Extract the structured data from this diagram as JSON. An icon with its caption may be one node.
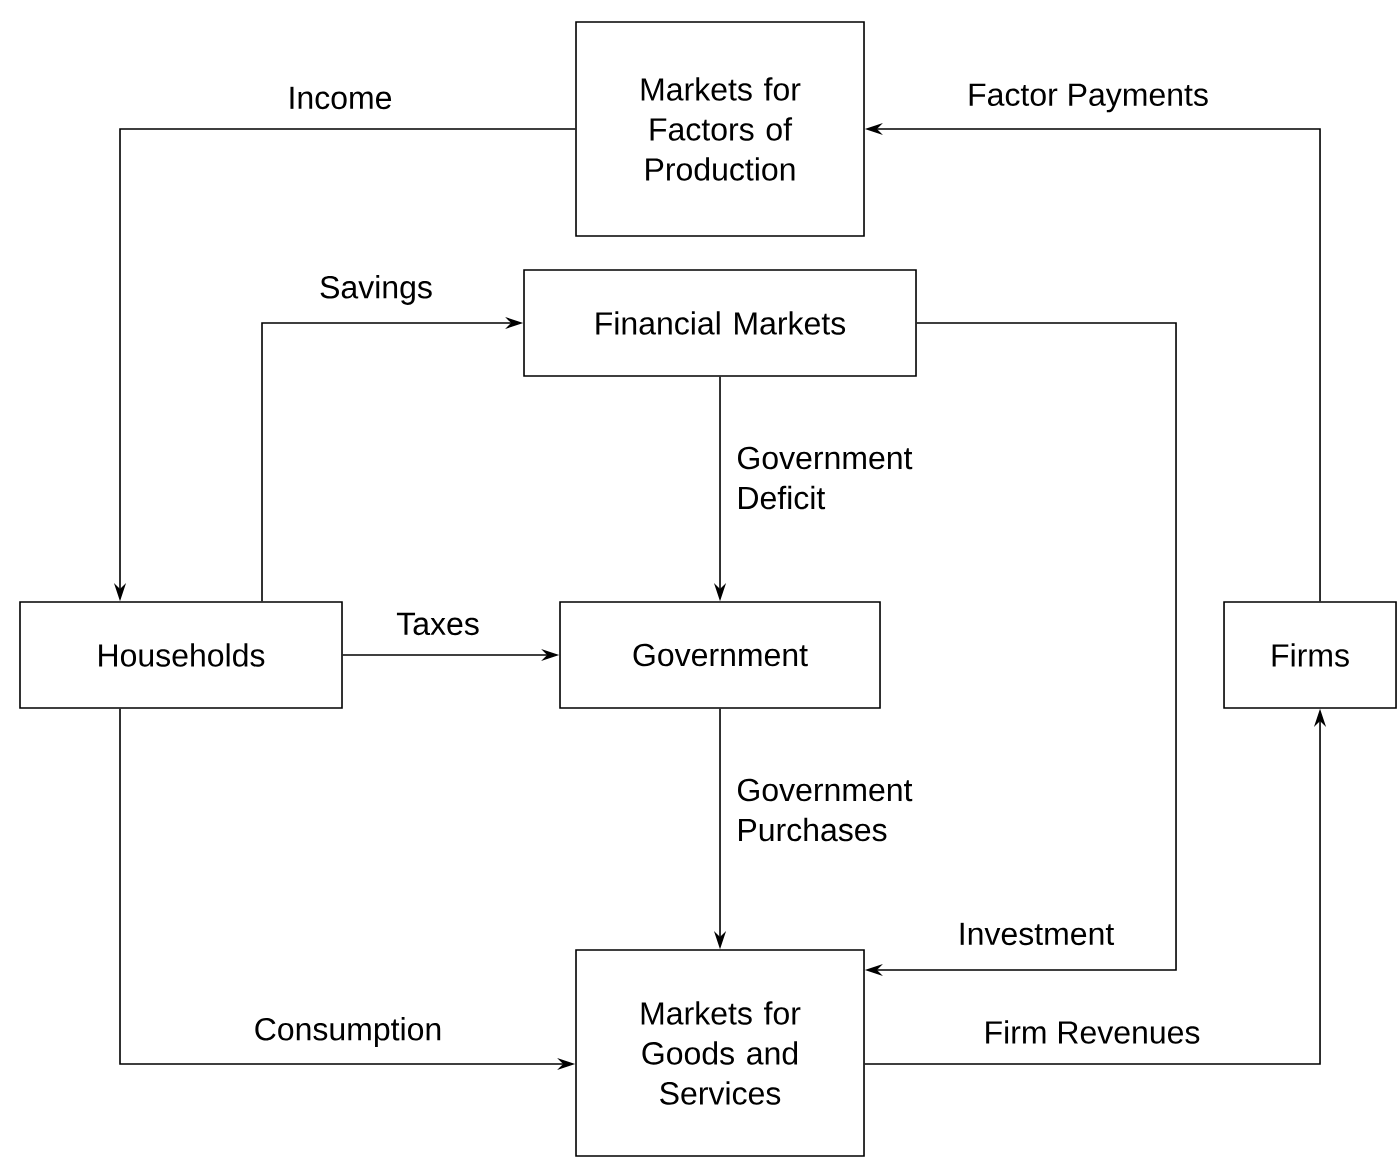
{
  "diagram": {
    "nodes": [
      {
        "text": [
          "Markets for Factors of Production"
        ]
      },
      {
        "text": [
          "Financial Markets"
        ]
      },
      {
        "text": [
          "Households"
        ]
      },
      {
        "text": [
          "Government"
        ]
      },
      {
        "text": [
          "Firms"
        ]
      },
      {
        "text": [
          "Markets for Goods and Services"
        ]
      }
    ],
    "edges": [
      {
        "from": 0,
        "to": 2,
        "arrow": "to",
        "label": "Income"
      },
      {
        "from": 4,
        "to": 0,
        "arrow": "to",
        "label": "Factor Payments"
      },
      {
        "from": 2,
        "to": 1,
        "arrow": "to",
        "label": "Savings"
      },
      {
        "from": 1,
        "to": 3,
        "arrow": "to",
        "label": "Government Deficit"
      },
      {
        "from": 2,
        "to": 3,
        "arrow": "to",
        "label": "Taxes"
      },
      {
        "from": 3,
        "to": 5,
        "arrow": "to",
        "label": "Government Purchases"
      },
      {
        "from": 1,
        "to": 5,
        "arrow": "to",
        "label": "Investment"
      },
      {
        "from": 2,
        "to": 5,
        "arrow": "to",
        "label": "Consumption"
      },
      {
        "from": 5,
        "to": 4,
        "arrow": "to",
        "label": "Firm Revenues"
      }
    ]
  }
}
